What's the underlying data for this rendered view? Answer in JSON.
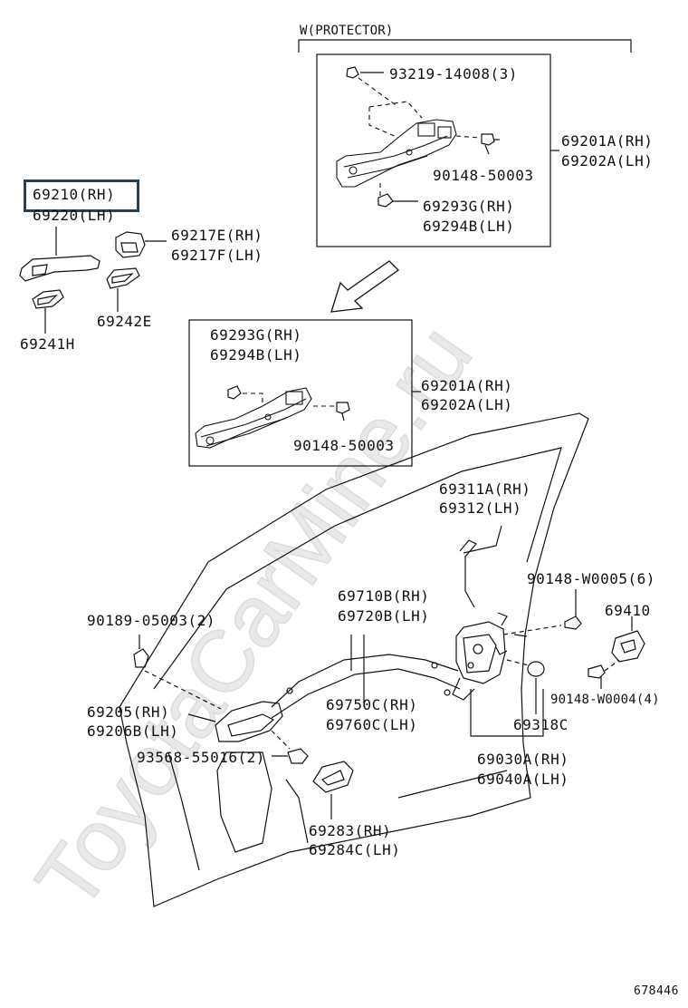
{
  "labels": {
    "protector_title": "W(PROTECTOR)",
    "p_93219": "93219-14008(3)",
    "p_90148_a": "90148-50003",
    "p_69293g_a": "69293G(RH)",
    "p_69294b_a": "69294B(LH)",
    "p_69201a_a": "69201A(RH)",
    "p_69202a_a": "69202A(LH)",
    "p_69210": "69210(RH)",
    "p_69220": "69220(LH)",
    "p_69217e": "69217E(RH)",
    "p_69217f": "69217F(LH)",
    "p_69242e": "69242E",
    "p_69241h": "69241H",
    "p_69293g_b": "69293G(RH)",
    "p_69294b_b": "69294B(LH)",
    "p_69201a_b": "69201A(RH)",
    "p_69202a_b": "69202A(LH)",
    "p_90148_b": "90148-50003",
    "p_69311a": "69311A(RH)",
    "p_69312": "69312(LH)",
    "p_90148_w0005": "90148-W0005(6)",
    "p_69410": "69410",
    "p_90189": "90189-05003(2)",
    "p_69710b": "69710B(RH)",
    "p_69720b": "69720B(LH)",
    "p_69205": "69205(RH)",
    "p_69206b": "69206B(LH)",
    "p_69750c": "69750C(RH)",
    "p_69760c": "69760C(LH)",
    "p_90148_w0004": "90148-W0004(4)",
    "p_69318c": "69318C",
    "p_93568": "93568-55016(2)",
    "p_69030a": "69030A(RH)",
    "p_69040a": "69040A(LH)",
    "p_69283": "69283(RH)",
    "p_69284c": "69284C(LH)",
    "diagram_id": "678446"
  },
  "watermark": "ToyotaCarMine.ru",
  "colors": {
    "highlight": "#2b3f52",
    "line": "#111111",
    "watermark": "#e6e6e6"
  }
}
